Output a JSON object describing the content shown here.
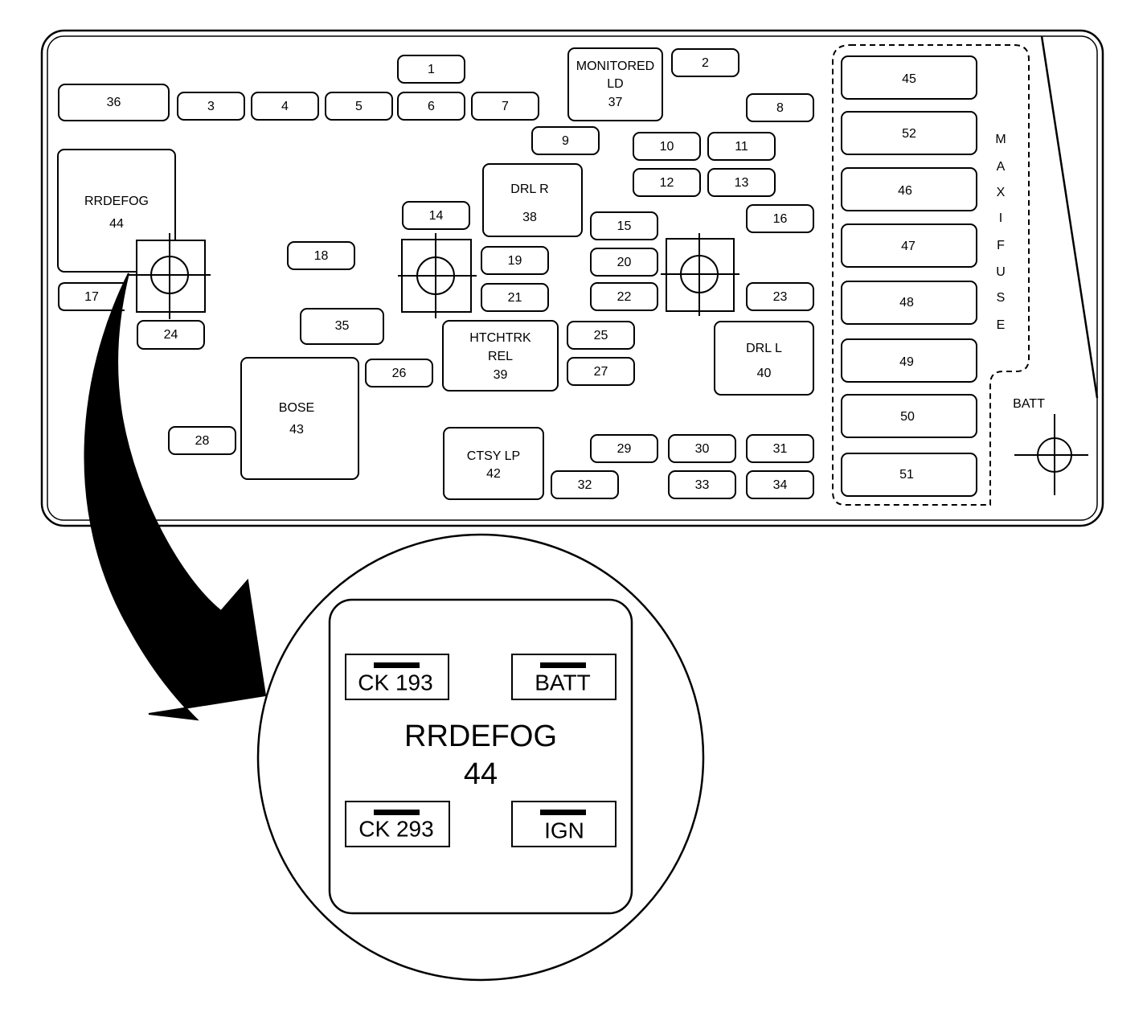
{
  "fuses": {
    "f1": "1",
    "f2": "2",
    "f3": "3",
    "f4": "4",
    "f5": "5",
    "f6": "6",
    "f7": "7",
    "f8": "8",
    "f9": "9",
    "f10": "10",
    "f11": "11",
    "f12": "12",
    "f13": "13",
    "f14": "14",
    "f15": "15",
    "f16": "16",
    "f17": "17",
    "f18": "18",
    "f19": "19",
    "f20": "20",
    "f21": "21",
    "f22": "22",
    "f23": "23",
    "f24": "24",
    "f25": "25",
    "f26": "26",
    "f27": "27",
    "f28": "28",
    "f29": "29",
    "f30": "30",
    "f31": "31",
    "f32": "32",
    "f33": "33",
    "f34": "34",
    "f35": "35",
    "f36": "36"
  },
  "relays": {
    "monitored_line1": "MONITORED",
    "monitored_line2": "LD",
    "monitored_num": "37",
    "drlr_name": "DRL R",
    "drlr_num": "38",
    "htchtrk_line1": "HTCHTRK",
    "htchtrk_line2": "REL",
    "htchtrk_num": "39",
    "drll_name": "DRL L",
    "drll_num": "40",
    "ctsy_name": "CTSY LP",
    "ctsy_num": "42",
    "bose_name": "BOSE",
    "bose_num": "43",
    "rrdefog_name": "RRDEFOG",
    "rrdefog_num": "44"
  },
  "maxi": {
    "m45": "45",
    "m52": "52",
    "m46": "46",
    "m47": "47",
    "m48": "48",
    "m49": "49",
    "m50": "50",
    "m51": "51",
    "vertical_letters": [
      "M",
      "A",
      "X",
      "I",
      "F",
      "U",
      "S",
      "E"
    ]
  },
  "batt_label": "BATT",
  "detail": {
    "title": "RRDEFOG",
    "number": "44",
    "terminal_tl": "CK 193",
    "terminal_tr": "BATT",
    "terminal_bl": "CK 293",
    "terminal_br": "IGN"
  }
}
